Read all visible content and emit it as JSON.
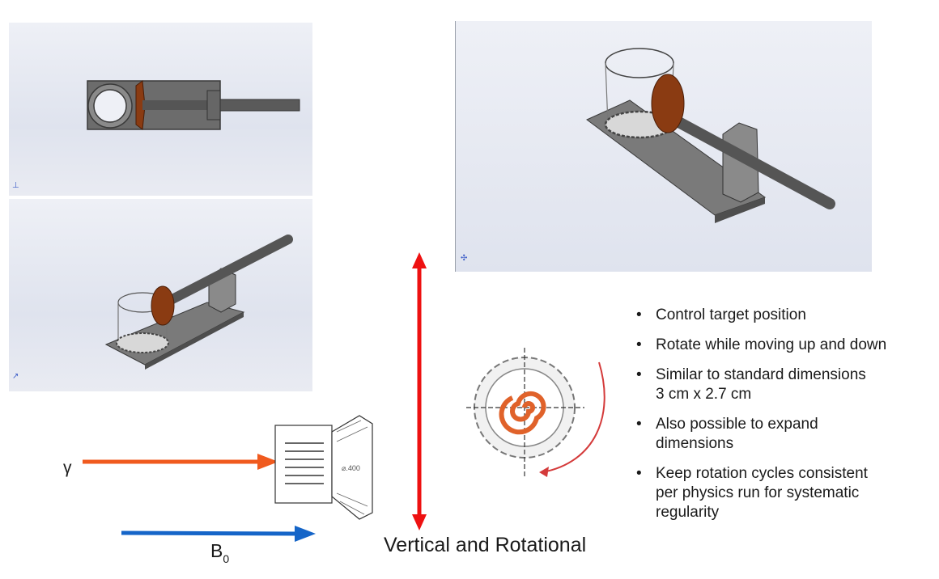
{
  "bullets": [
    {
      "lines": [
        "Control target position"
      ]
    },
    {
      "lines": [
        "Rotate while moving up and down"
      ]
    },
    {
      "lines": [
        "Similar to standard dimensions",
        "3 cm x 2.7 cm"
      ]
    },
    {
      "lines": [
        "Also possible to expand",
        "dimensions"
      ]
    },
    {
      "lines": [
        "Keep rotation cycles consistent",
        "per physics run for systematic",
        "regularity"
      ]
    }
  ],
  "motion_label": "Vertical and Rotational",
  "gamma_label": "γ",
  "b0_label": {
    "base": "B",
    "sub": "0"
  },
  "drawing_dimension": "⌀.400",
  "colors": {
    "arrow_red": "#ee1111",
    "gamma_arrow": "#f05a1e",
    "b0_arrow": "#1565c8",
    "gear_orange": "#8a3b12",
    "spiral": "#e0622a",
    "metal": "#6e6e6e"
  }
}
